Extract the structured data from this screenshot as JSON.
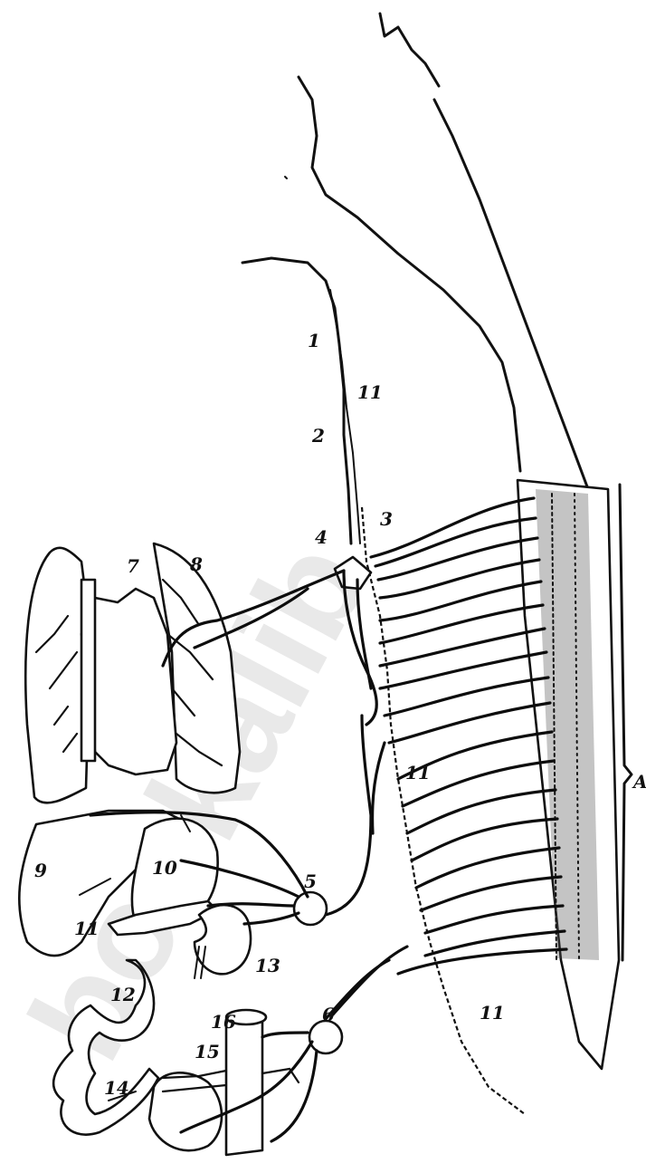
{
  "labels": {
    "l1": "1",
    "l2": "2",
    "l3": "3",
    "l4": "4",
    "l5": "5",
    "l6": "6",
    "l7": "7",
    "l8": "8",
    "l9": "9",
    "l10": "10",
    "l11a": "11",
    "l11b": "11",
    "l11c": "11",
    "l11d": "11",
    "l12": "12",
    "l13": "13",
    "l14": "14",
    "l15": "15",
    "l16": "16",
    "lA": "A"
  },
  "watermark": "bookalib"
}
